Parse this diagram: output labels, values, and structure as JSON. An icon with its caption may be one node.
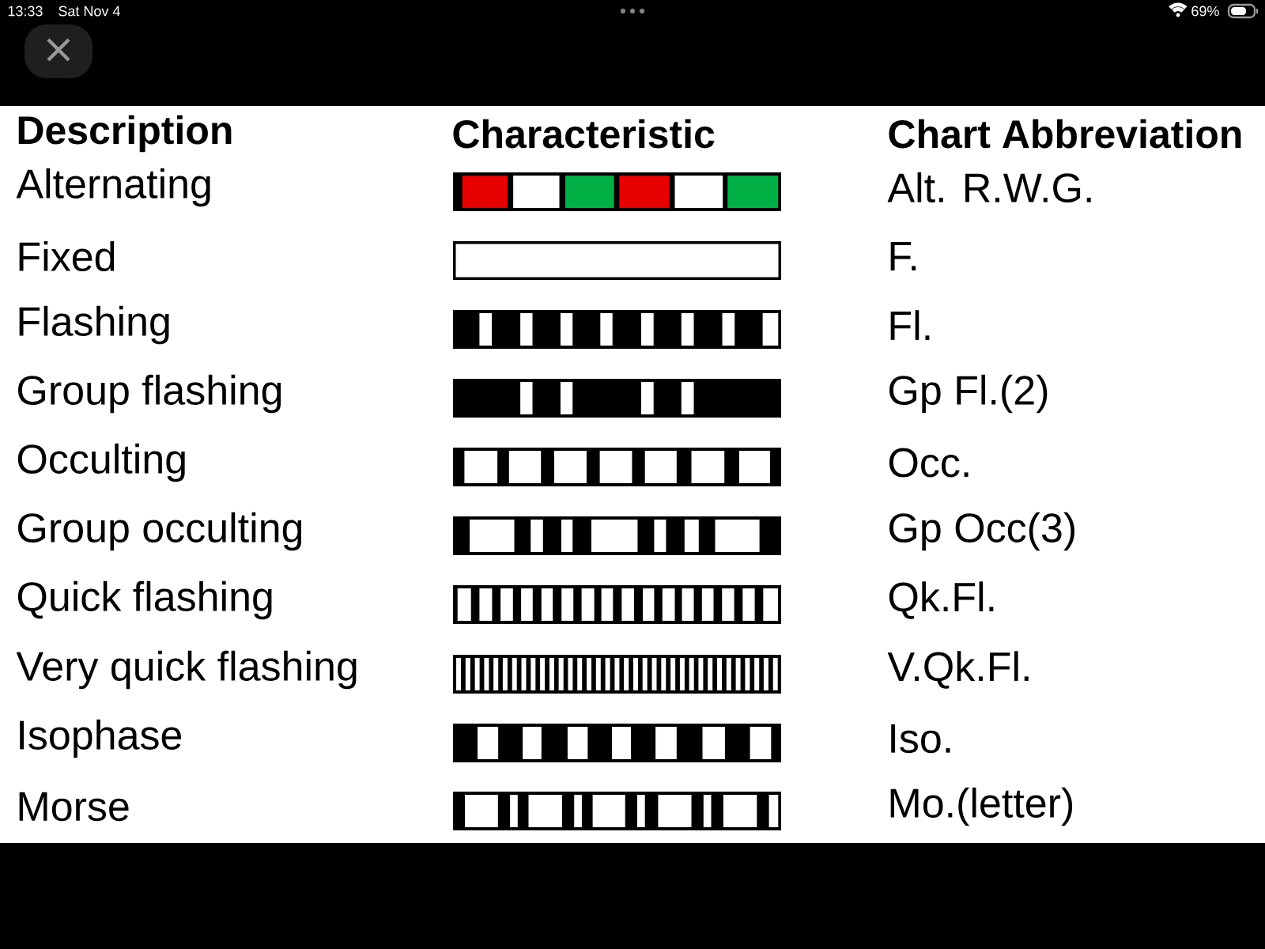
{
  "diagram": {
    "labels": [
      "13:33",
      "Sat Nov 4",
      "69%",
      "Description",
      "Characteristic",
      "Chart Abbreviation",
      "Alternating",
      "Alt. R.W.G.",
      "Fixed",
      "F.",
      "Flashing",
      "Fl.",
      "Group flashing",
      "Gp Fl.(2)",
      "Occulting",
      "Occ.",
      "Group occulting",
      "Gp Occ(3)",
      "Quick flashing",
      "Qk.Fl.",
      "Very quick flashing",
      "V.Qk.Fl.",
      "Isophase",
      "Iso.",
      "Morse",
      "Mo.(letter)"
    ]
  }
}
